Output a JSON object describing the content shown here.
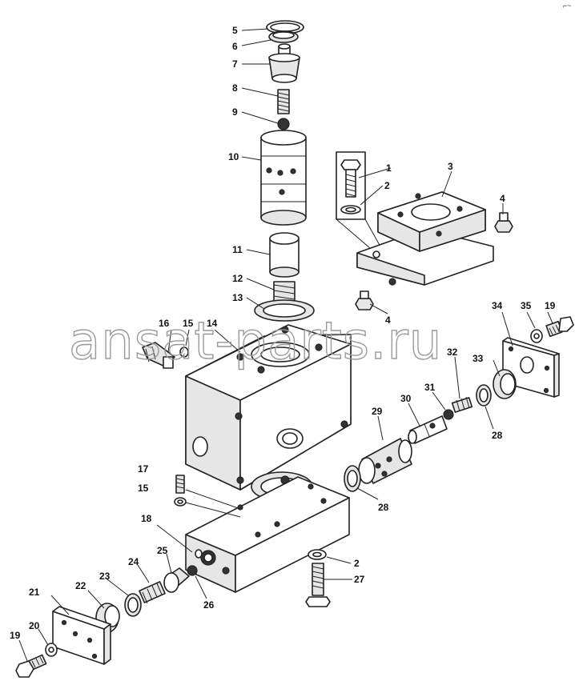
{
  "diagram": {
    "corner_mark": "⌐~",
    "watermark": "ansat-parts.ru",
    "callouts": [
      "1",
      "2",
      "3",
      "4",
      "4",
      "5",
      "6",
      "7",
      "8",
      "9",
      "10",
      "11",
      "12",
      "13",
      "14",
      "15",
      "15",
      "16",
      "17",
      "18",
      "19",
      "19",
      "20",
      "21",
      "22",
      "23",
      "24",
      "25",
      "26",
      "27",
      "28",
      "28",
      "29",
      "30",
      "31",
      "32",
      "33",
      "34",
      "35",
      "2"
    ]
  }
}
